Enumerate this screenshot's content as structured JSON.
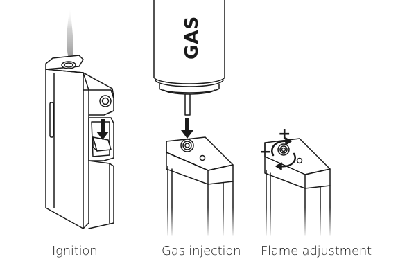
{
  "panels": [
    {
      "caption": "Ignition"
    },
    {
      "caption": "Gas injection",
      "canister_label": "GAS"
    },
    {
      "caption": "Flame adjustment",
      "increase_symbol": "+",
      "decrease_symbol": "−"
    }
  ],
  "colors": {
    "stroke": "#1a1a1a",
    "fill": "#ffffff",
    "flame_smoke": "#9a9a9a"
  }
}
